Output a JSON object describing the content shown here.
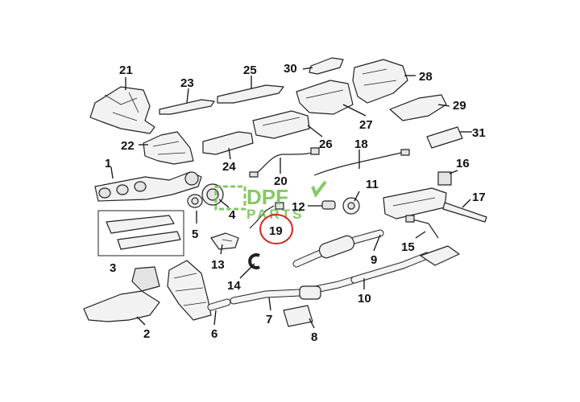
{
  "callouts": [
    {
      "id": "21",
      "text": "21"
    },
    {
      "id": "23",
      "text": "23"
    },
    {
      "id": "25",
      "text": "25"
    },
    {
      "id": "30",
      "text": "30"
    },
    {
      "id": "28",
      "text": "28"
    },
    {
      "id": "29",
      "text": "29"
    },
    {
      "id": "27",
      "text": "27"
    },
    {
      "id": "31",
      "text": "31"
    },
    {
      "id": "22",
      "text": "22"
    },
    {
      "id": "24",
      "text": "24"
    },
    {
      "id": "26",
      "text": "26"
    },
    {
      "id": "18",
      "text": "18"
    },
    {
      "id": "1",
      "text": "1"
    },
    {
      "id": "20",
      "text": "20"
    },
    {
      "id": "11",
      "text": "11"
    },
    {
      "id": "16",
      "text": "16"
    },
    {
      "id": "17",
      "text": "17"
    },
    {
      "id": "4",
      "text": "4"
    },
    {
      "id": "12",
      "text": "12"
    },
    {
      "id": "5",
      "text": "5"
    },
    {
      "id": "19",
      "text": "19"
    },
    {
      "id": "15",
      "text": "15"
    },
    {
      "id": "3",
      "text": "3"
    },
    {
      "id": "13",
      "text": "13"
    },
    {
      "id": "9",
      "text": "9"
    },
    {
      "id": "14",
      "text": "14"
    },
    {
      "id": "10",
      "text": "10"
    },
    {
      "id": "7",
      "text": "7"
    },
    {
      "id": "2",
      "text": "2"
    },
    {
      "id": "6",
      "text": "6"
    },
    {
      "id": "8",
      "text": "8"
    }
  ],
  "highlight": {
    "part": "19",
    "color": "#d9261c"
  },
  "watermark": {
    "line1": "DPF",
    "line2": "PARTS",
    "color": "#6fc04a"
  }
}
